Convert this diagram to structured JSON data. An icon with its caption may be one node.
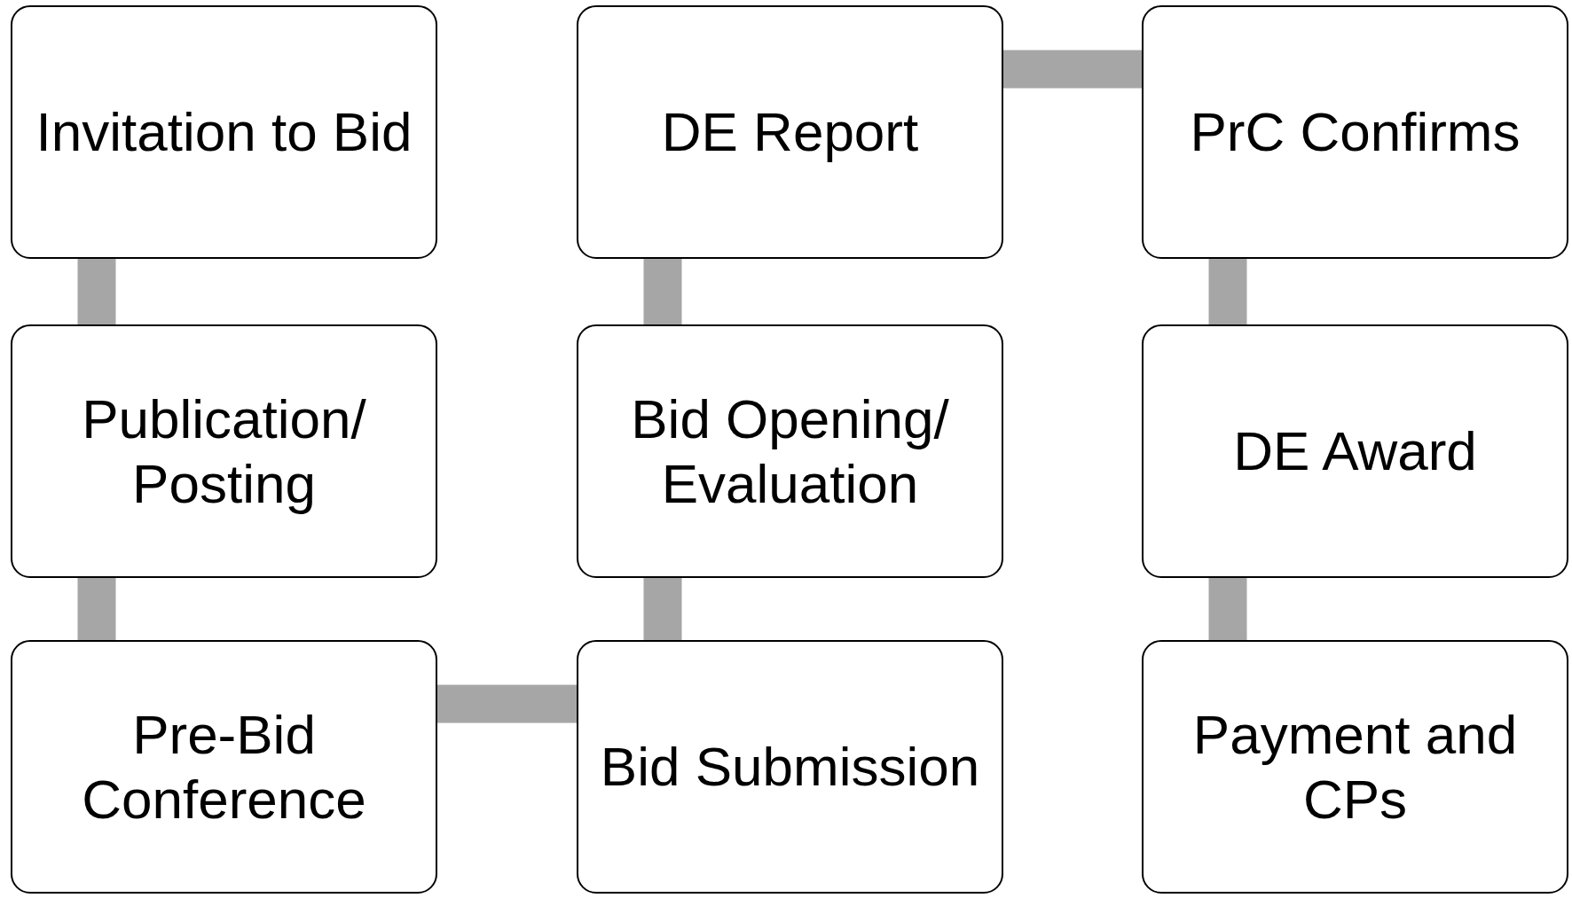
{
  "diagram": {
    "nodes": [
      {
        "text": [
          "Invitation to Bid"
        ]
      },
      {
        "text": [
          "Publication/ Posting"
        ]
      },
      {
        "text": [
          "Pre-Bid Conference"
        ]
      },
      {
        "text": [
          "Bid Submission"
        ]
      },
      {
        "text": [
          "Bid Opening/ Evaluation"
        ]
      },
      {
        "text": [
          "DE Report"
        ]
      },
      {
        "text": [
          "PrC Confirms"
        ]
      },
      {
        "text": [
          "DE Award"
        ]
      },
      {
        "text": [
          "Payment and CPs"
        ]
      }
    ],
    "edges": [
      {
        "from": 0,
        "to": 1,
        "arrow": "none"
      },
      {
        "from": 1,
        "to": 2,
        "arrow": "none"
      },
      {
        "from": 2,
        "to": 3,
        "arrow": "none"
      },
      {
        "from": 3,
        "to": 4,
        "arrow": "none"
      },
      {
        "from": 4,
        "to": 5,
        "arrow": "none"
      },
      {
        "from": 5,
        "to": 6,
        "arrow": "none"
      },
      {
        "from": 6,
        "to": 7,
        "arrow": "none"
      },
      {
        "from": 7,
        "to": 8,
        "arrow": "none"
      }
    ]
  }
}
